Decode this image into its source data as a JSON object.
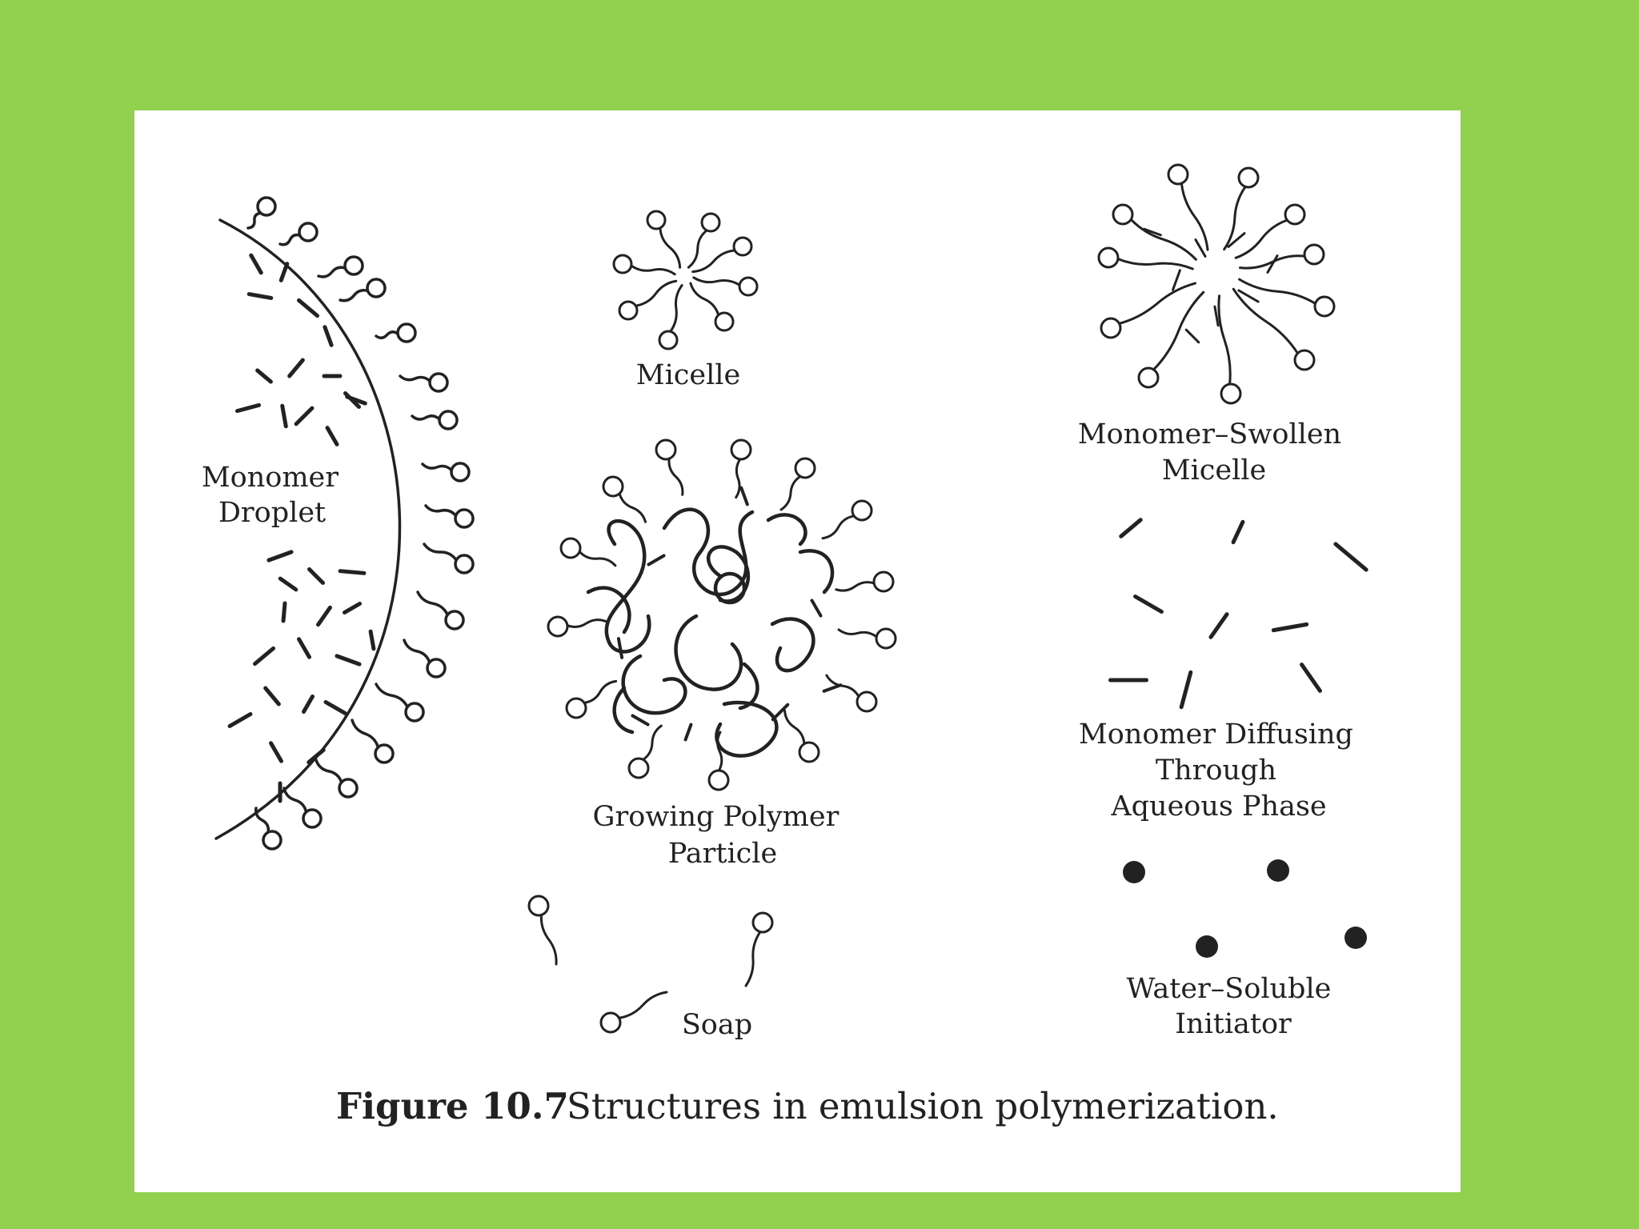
{
  "figure": {
    "labels": {
      "monomer_droplet": [
        "Monomer",
        "Droplet"
      ],
      "micelle": [
        "Micelle"
      ],
      "swollen_micelle": [
        "Monomer–Swollen",
        "Micelle"
      ],
      "growing_particle": [
        "Growing Polymer",
        "Particle"
      ],
      "diffusing_monomer": [
        "Monomer Diffusing",
        "Through",
        "Aqueous Phase"
      ],
      "soap": [
        "Soap"
      ],
      "initiator": [
        "Water–Soluble",
        "Initiator"
      ]
    },
    "caption": {
      "number": "Figure 10.7",
      "text": "Structures in emulsion polymerization."
    }
  },
  "colors": {
    "background": "#92d050",
    "panel": "#ffffff",
    "ink": "#222222"
  }
}
